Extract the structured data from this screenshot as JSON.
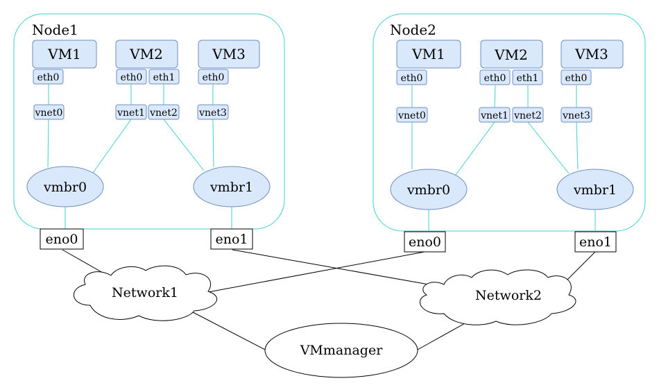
{
  "nodes": [
    {
      "name": "Node1",
      "vms": [
        {
          "label": "VM1",
          "interfaces": [
            "eth0"
          ]
        },
        {
          "label": "VM2",
          "interfaces": [
            "eth0",
            "eth1"
          ]
        },
        {
          "label": "VM3",
          "interfaces": [
            "eth0"
          ]
        }
      ],
      "vnets": [
        "vnet0",
        "vnet1",
        "vnet2",
        "vnet3"
      ],
      "bridges": [
        "vmbr0",
        "vmbr1"
      ],
      "ports": [
        "eno0",
        "eno1"
      ]
    },
    {
      "name": "Node2",
      "vms": [
        {
          "label": "VM1",
          "interfaces": [
            "eth0"
          ]
        },
        {
          "label": "VM2",
          "interfaces": [
            "eth0",
            "eth1"
          ]
        },
        {
          "label": "VM3",
          "interfaces": [
            "eth0"
          ]
        }
      ],
      "vnets": [
        "vnet0",
        "vnet1",
        "vnet2",
        "vnet3"
      ],
      "bridges": [
        "vmbr0",
        "vmbr1"
      ],
      "ports": [
        "eno0",
        "eno1"
      ]
    }
  ],
  "networks": [
    "Network1",
    "Network2"
  ],
  "manager": "VMmanager",
  "colors": {
    "vm_fill": "#dae8fc",
    "vm_stroke": "#6c8ebf",
    "node_frame": "#3fd0d0",
    "links_internal": "#3fd0d0",
    "links_external": "#000000"
  }
}
